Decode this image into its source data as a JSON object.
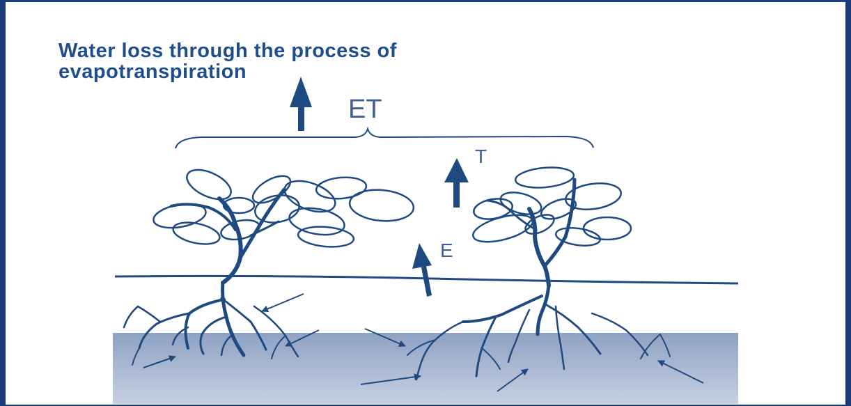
{
  "title": {
    "line1": "Water loss through the process of",
    "line2": "evapotranspiration"
  },
  "labels": {
    "et": "ET",
    "t": "T",
    "e": "E"
  },
  "colors": {
    "frame": "#1b3a78",
    "title": "#1f4e8c",
    "ink": "#1f4a80",
    "soil": "#9fb0cc"
  }
}
